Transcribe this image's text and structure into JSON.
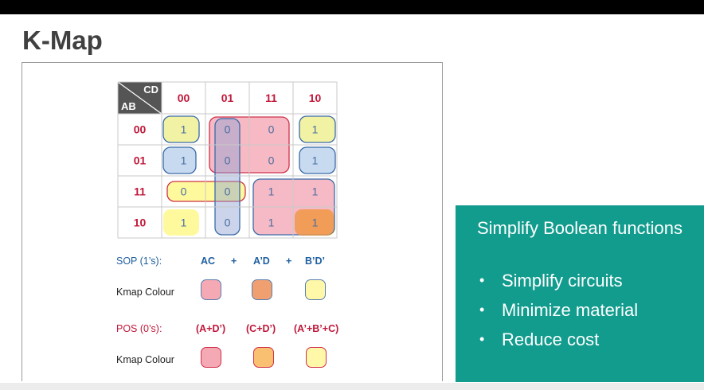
{
  "slide": {
    "title": "K-Map"
  },
  "kmap": {
    "corner_top": "CD",
    "corner_bottom": "AB",
    "col_headers": [
      "00",
      "01",
      "11",
      "10"
    ],
    "row_headers": [
      "00",
      "01",
      "11",
      "10"
    ],
    "cells": [
      [
        "1",
        "0",
        "0",
        "1"
      ],
      [
        "1",
        "0",
        "0",
        "1"
      ],
      [
        "0",
        "0",
        "1",
        "1"
      ],
      [
        "1",
        "0",
        "1",
        "1"
      ]
    ],
    "colors": {
      "header_red": "#c0183a",
      "group_blue": "#4a86c6",
      "group_red": "#e05a72",
      "group_yellow": "#f2e64a",
      "group_orange": "#f0a050"
    }
  },
  "legend": {
    "sop_label": "SOP (1’s):",
    "sop_terms": [
      "AC",
      "+",
      "A’D",
      "+",
      "B’D’"
    ],
    "kmap_colour_label_1": "Kmap Colour",
    "pos_label": "POS (0’s):",
    "pos_terms": [
      "(A+D’)",
      "(C+D’)",
      "(A’+B’+C)"
    ],
    "kmap_colour_label_2": "Kmap Colour",
    "sop_swatches": [
      "#f4a9b4",
      "#f0a070",
      "#fff8a8"
    ],
    "sop_swatch_borders": [
      "#5a7fb0",
      "#5a7fb0",
      "#5a7fb0"
    ],
    "pos_swatches": [
      "#f4a9b4",
      "#f8c070",
      "#fff8a8"
    ],
    "pos_swatch_borders": [
      "#d0304a",
      "#d0304a",
      "#d0304a"
    ]
  },
  "panel": {
    "heading": "Simplify Boolean functions",
    "bullets": [
      "Simplify circuits",
      "Minimize material",
      "Reduce cost"
    ],
    "background": "#129c8e"
  }
}
